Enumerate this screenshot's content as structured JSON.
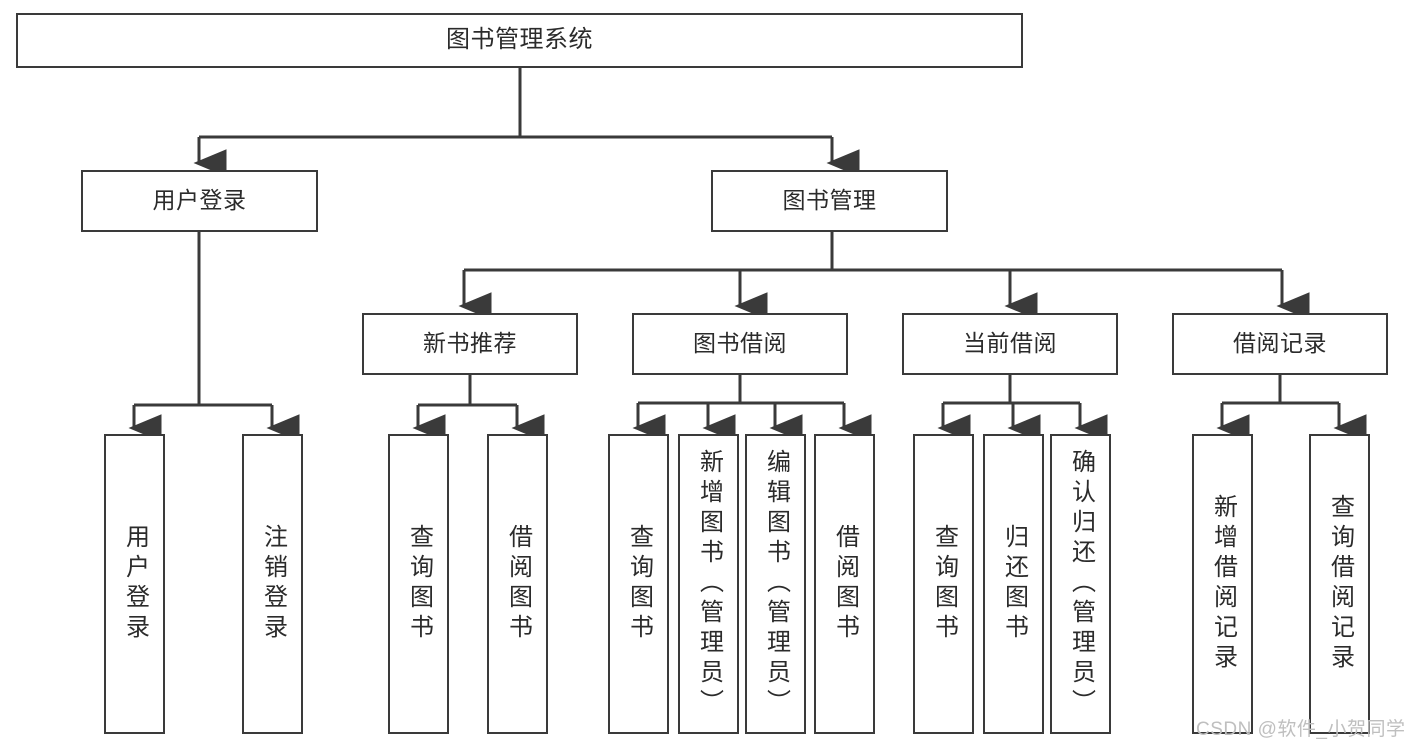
{
  "diagram": {
    "title": "图书管理系统",
    "type": "hierarchy-tree",
    "root": {
      "label": "图书管理系统"
    },
    "level1": [
      {
        "label": "用户登录"
      },
      {
        "label": "图书管理"
      }
    ],
    "level2": [
      {
        "label": "新书推荐"
      },
      {
        "label": "图书借阅"
      },
      {
        "label": "当前借阅"
      },
      {
        "label": "借阅记录"
      }
    ],
    "leaves": {
      "user_login": [
        {
          "label": "用户登录"
        },
        {
          "label": "注销登录"
        }
      ],
      "new_book_recommend": [
        {
          "label": "查询图书"
        },
        {
          "label": "借阅图书"
        }
      ],
      "book_borrow": [
        {
          "label": "查询图书"
        },
        {
          "label": "新增图书（管理员）"
        },
        {
          "label": "编辑图书（管理员）"
        },
        {
          "label": "借阅图书"
        }
      ],
      "current_borrow": [
        {
          "label": "查询图书"
        },
        {
          "label": "归还图书"
        },
        {
          "label": "确认归还（管理员）"
        }
      ],
      "borrow_record": [
        {
          "label": "新增借阅记录"
        },
        {
          "label": "查询借阅记录"
        }
      ]
    }
  },
  "watermark": {
    "text": "CSDN @软件_小贺同学"
  },
  "colors": {
    "box_border": "#3a3a3a",
    "box_fill": "#ffffff",
    "connector": "#3a3a3a",
    "text": "#2b2b2b",
    "watermark": "#bfbfbf"
  }
}
